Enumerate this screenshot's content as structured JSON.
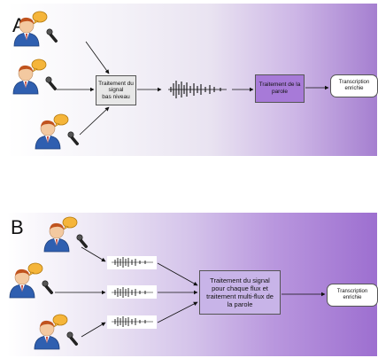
{
  "panel_a": {
    "letter": "A",
    "signal_box": [
      "Traitement du",
      "signal",
      "bas niveau"
    ],
    "parole_box": [
      "Traitement de la",
      "parole"
    ],
    "transcription_box": [
      "Transcription",
      "enrichie"
    ]
  },
  "panel_b": {
    "letter": "B",
    "multi_box": [
      "Traitement  du signal",
      "pour chaque flux et",
      "traitement multi-flux de",
      "la parole"
    ],
    "transcription_box": [
      "Transcription",
      "enrichie"
    ]
  },
  "colors": {
    "purple_accent": "#a77ad8",
    "signal_box_gray": "#e7e7e7",
    "speaker_suit": "#2f5fb0",
    "speaker_hair": "#c0531e",
    "bubble": "#f5b53a"
  },
  "icons": [
    "speaker-person-icon",
    "speech-bubble-icon",
    "microphone-icon",
    "waveform-icon"
  ]
}
